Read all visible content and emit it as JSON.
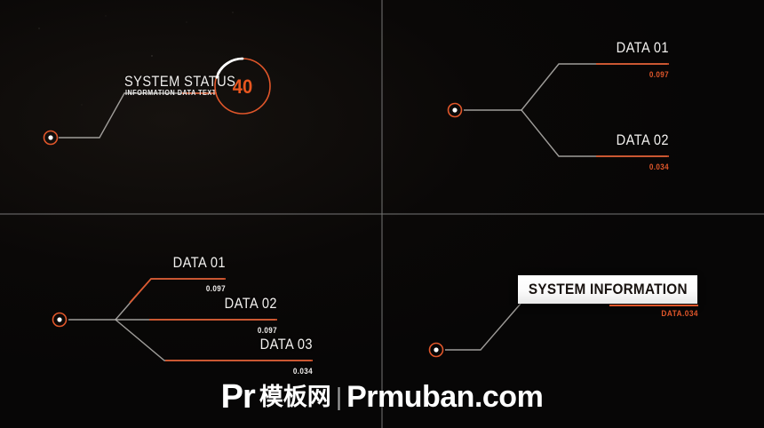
{
  "theme": {
    "background": "#070606",
    "accent": "#e0562a",
    "line_gray": "#b9b6b3",
    "text_white": "#f2f0ee",
    "divider": "#6e6e6e"
  },
  "panels": {
    "top_left": {
      "name": "system-status-gauge-panel",
      "label": "SYSTEM STATUS",
      "sublabel": "INFORMATION DATA TEXT",
      "gauge": {
        "value": "40",
        "ring_color": "#e0562a",
        "arc_color": "#ffffff",
        "arc_start_deg": 200,
        "arc_end_deg": 345
      }
    },
    "top_right": {
      "name": "two-branch-callout-panel",
      "items": [
        {
          "label": "DATA 01",
          "value": "0.097",
          "value_color": "#e0562a"
        },
        {
          "label": "DATA 02",
          "value": "0.034",
          "value_color": "#e0562a"
        }
      ]
    },
    "bottom_left": {
      "name": "three-branch-callout-panel",
      "items": [
        {
          "label": "DATA 01",
          "value": "0.097",
          "value_color": "#f0eeec"
        },
        {
          "label": "DATA 02",
          "value": "0.097",
          "value_color": "#f0eeec"
        },
        {
          "label": "DATA 03",
          "value": "0.034",
          "value_color": "#f0eeec"
        }
      ]
    },
    "bottom_right": {
      "name": "system-information-box-panel",
      "title": "SYSTEM INFORMATION",
      "value": "DATA.034"
    }
  },
  "watermark": {
    "pr": "Pr",
    "cn": "模板网",
    "separator": "|",
    "domain": "Prmuban.com"
  }
}
